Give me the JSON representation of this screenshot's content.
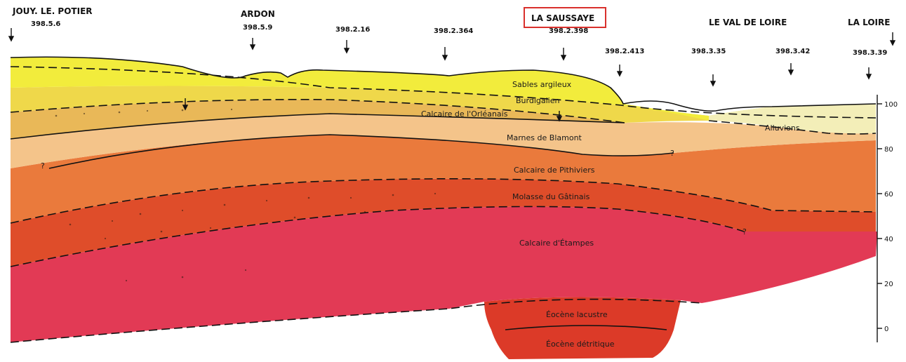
{
  "locations": {
    "jouy": "JOUY. LE. POTIER",
    "ardon": "ARDON",
    "saussaye": "LA SAUSSAYE",
    "val_loire": "LE VAL DE LOIRE",
    "loire": "LA LOIRE"
  },
  "wells": [
    "398.5.6",
    "398.5.9",
    "398.2.16",
    "398.2.364",
    "398.2.398",
    "398.2.413",
    "398.3.35",
    "398.3.42",
    "398.3.39"
  ],
  "layers": {
    "sables": "Sables argileux",
    "burdigalien": "Burdigalien",
    "orleanais": "Calcaire de l'Orléanais",
    "alluvions": "Alluvions",
    "blamont": "Marnes de Blamont",
    "pithiviers": "Calcaire de Pithiviers",
    "gatinais": "Molasse du Gâtinais",
    "etampes": "Calcaire d'Étampes",
    "eocene_lac": "Éocène lacustre",
    "eocene_det": "Éocène détritique"
  },
  "scale": {
    "ticks": [
      "100",
      "80",
      "60",
      "40",
      "20",
      "0"
    ]
  },
  "colors": {
    "sables": "#f2ec3c",
    "burdigalien": "#efd84a",
    "orleanais": "#e9b858",
    "blamont": "#f4c48a",
    "pithiviers": "#ea7a3c",
    "gatinais": "#df4d2a",
    "etampes": "#e23a55",
    "eocene_lac": "#e3402f",
    "eocene_det": "#dc3a28",
    "alluvions": "#f3eeb8",
    "highlight": "#d9302c"
  }
}
